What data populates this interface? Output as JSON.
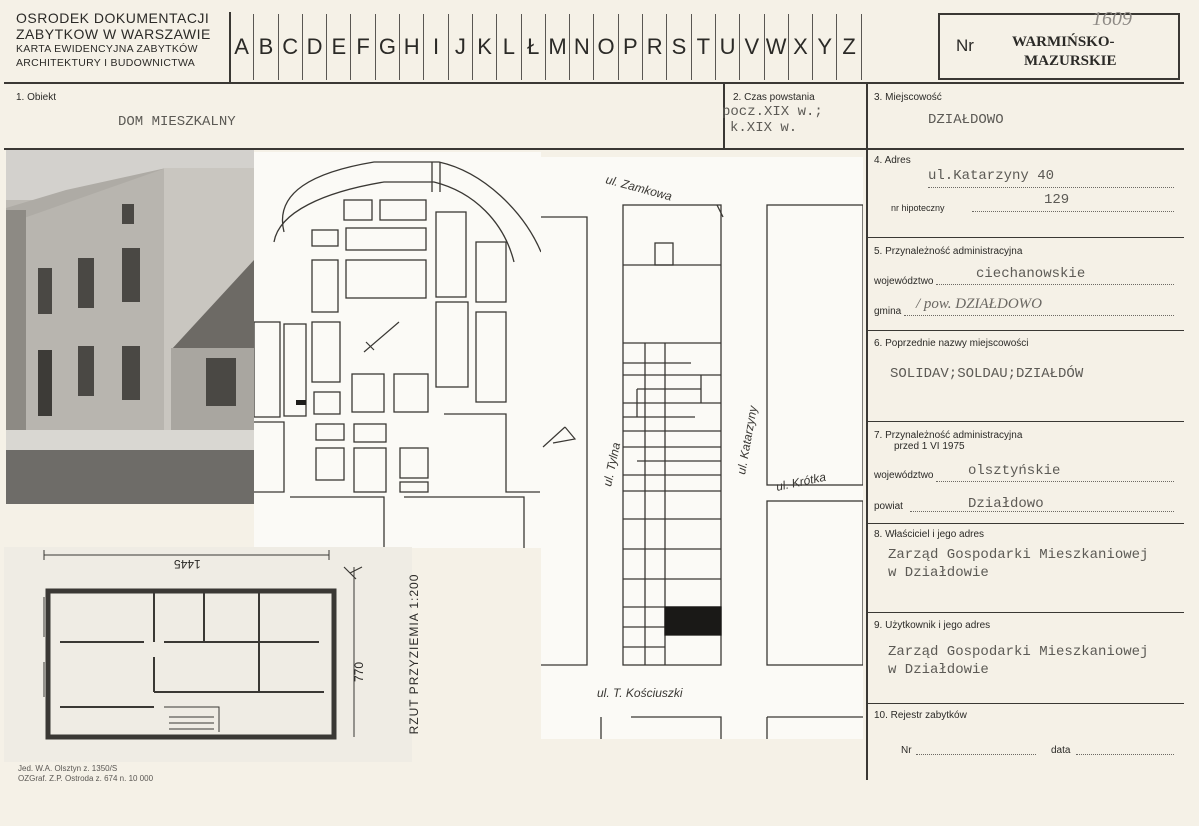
{
  "header": {
    "institution_line1": "OSRODEK DOKUMENTACJI",
    "institution_line2": "ZABYTKOW W WARSZAWIE",
    "card_title_line1": "KARTA EWIDENCYJNA ZABYTKÓW",
    "card_title_line2": "ARCHITEKTURY I BUDOWNICTWA",
    "letters": [
      "A",
      "B",
      "C",
      "D",
      "E",
      "F",
      "G",
      "H",
      "I",
      "J",
      "K",
      "L",
      "Ł",
      "M",
      "N",
      "O",
      "P",
      "R",
      "S",
      "T",
      "U",
      "V",
      "W",
      "X",
      "Y",
      "Z"
    ],
    "nr_label": "Nr",
    "region_line1": "WARMIŃSKO-",
    "region_line2": "MAZURSKIE",
    "card_number": "1609"
  },
  "fields": {
    "obiekt_label": "1. Obiekt",
    "obiekt_value": "DOM MIESZKALNY",
    "czas_label": "2. Czas powstania",
    "czas_value_1": "pocz.XIX w.;",
    "czas_value_2": "k.XIX w.",
    "miejscowosc_label": "3. Miejscowość",
    "miejscowosc_value": "DZIAŁDOWO",
    "adres_label": "4. Adres",
    "adres_value": "ul.Katarzyny 40",
    "hipoteczny_label": "nr hipoteczny",
    "hipoteczny_value": "129",
    "admin_label": "5. Przynależność administracyjna",
    "woj_label": "województwo",
    "woj_value": "ciechanowskie",
    "gmina_label": "gmina",
    "gmina_value": "/ pow. DZIAŁDOWO",
    "poprzednie_label": "6. Poprzednie nazwy miejscowości",
    "poprzednie_value": "SOLIDAV;SOLDAU;DZIAŁDÓW",
    "admin1975_label_1": "7. Przynależność administracyjna",
    "admin1975_label_2": "przed 1 VI 1975",
    "woj1975_label": "województwo",
    "woj1975_value": "olsztyńskie",
    "powiat_label": "powiat",
    "powiat_value": "Działdowo",
    "wlasciciel_label": "8. Właściciel i jego adres",
    "wlasciciel_value_1": "Zarząd Gospodarki Mieszkaniowej",
    "wlasciciel_value_2": "w Działdowie",
    "uzytkownik_label": "9. Użytkownik i jego adres",
    "uzytkownik_value_1": "Zarząd Gospodarki Mieszkaniowej",
    "uzytkownik_value_2": "w Działdowie",
    "rejestr_label": "10. Rejestr zabytków",
    "rejestr_nr_label": "Nr",
    "rejestr_data_label": "data"
  },
  "map_labels": {
    "street_top": "ul. Zamkowa",
    "street_tylna": "ul. Tylna",
    "street_katarzyny": "ul. Katarzyny",
    "street_krotka": "ul. Krótka",
    "street_kosciuszki": "ul. T. Kościuszki"
  },
  "plan": {
    "width_dim": "1445",
    "depth_dim": "770",
    "caption": "RZUT PRZYZIEMIA 1:200"
  },
  "footer": {
    "line1": "Jed. W.A. Olsztyn z. 1350/S",
    "line2": "OZGraf. Z.P. Ostroda z. 674 n. 10 000"
  }
}
